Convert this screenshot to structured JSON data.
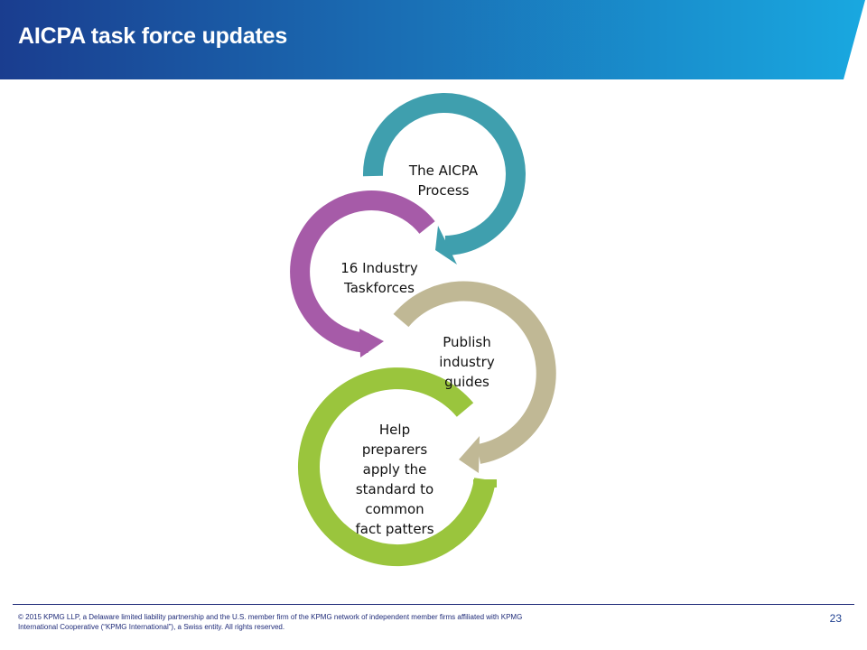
{
  "header": {
    "title": "AICPA task force updates",
    "gradient_start": "#1a3d8f",
    "gradient_end": "#19a8e0"
  },
  "diagram": {
    "steps": [
      {
        "label": "The AICPA\nProcess",
        "color": "#3f9fae"
      },
      {
        "label": "16 Industry\nTaskforces",
        "color": "#a65ba8"
      },
      {
        "label": "Publish\nindustry\nguides",
        "color": "#c0b895"
      },
      {
        "label": "Help\npreparers\napply the\nstandard to\ncommon\nfact patters",
        "color": "#9ac53d"
      }
    ]
  },
  "footer": {
    "copyright": "© 2015 KPMG LLP, a Delaware limited liability partnership and the U.S. member firm of the KPMG network of independent member firms affiliated with KPMG International Cooperative (“KPMG International”), a Swiss entity. All rights reserved.",
    "page_number": "23"
  }
}
